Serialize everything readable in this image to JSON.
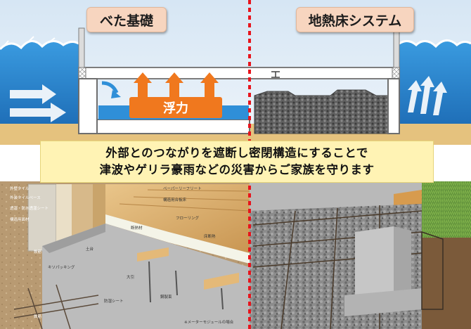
{
  "titles": {
    "left": "べた基礎",
    "right": "地熱床システム"
  },
  "buoyancy_label": "浮力",
  "banner": {
    "line1": "外部とのつながりを遮断し密閉構造にすることで",
    "line2": "津波やゲリラ豪雨などの災害からご家族を守ります"
  },
  "left_photo_labels": {
    "l1": "外壁タイル",
    "l2": "外装タイルベース",
    "l3": "透湿・防水透湿シート",
    "l4": "構造用面材",
    "l5": "鉄筋",
    "l6": "鉄筋",
    "flooring_finish": "ペーパーリーフリート",
    "floor_board": "構造用合板床",
    "flooring": "フローリング",
    "insulation": "断熱材",
    "insulation_spec": "床断熱",
    "sill": "土台",
    "packing": "キソパッキング",
    "beam": "大引",
    "post": "鋼製束",
    "sheet": "防湿シート",
    "note": "※メーターモジュールの場合"
  },
  "colors": {
    "water": "#2f8fd8",
    "buoyancy": "#f0781e",
    "divider": "#e8141c",
    "banner": "#fff3b4",
    "title_box": "#f7d5bf"
  }
}
